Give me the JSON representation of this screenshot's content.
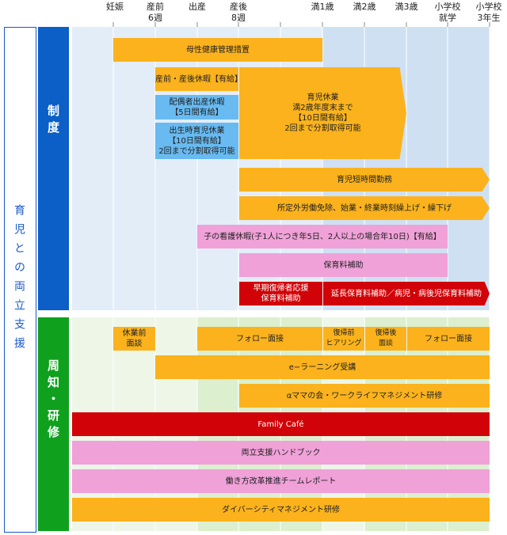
{
  "header": {
    "cols": [
      "妊娠",
      "産前\n6週",
      "出産",
      "産後\n8週",
      "満1歳",
      "満2歳",
      "満3歳",
      "小学校\n就学",
      "小学校\n3年生"
    ]
  },
  "side": {
    "outer": "育児との両立支援",
    "system": "制度",
    "training": "周知・研修"
  },
  "system_bars": {
    "maternal": "母性健康管理措置",
    "prepost": "産前・産後休暇【有給】",
    "spouse": "配偶者出産休暇\n【5日間有給】",
    "birth_leave": "出生時育児休業\n【10日間有給】\n2回まで分割取得可能",
    "childcare": "育児休業\n満2歳年度末まで\n【10日間有給】\n2回まで分割取得可能",
    "short_hours": "育児短時間勤務",
    "overtime": "所定外労働免除、始業・終業時刻繰上げ・繰下げ",
    "nursing": "子の看護休暇(子1人につき年5日、2人以上の場合年10日)【有給】",
    "daycare_sub": "保育料補助",
    "early_return": "早期復帰者応援\n保育料補助",
    "extended": "延長保育料補助／病児・病後児保育料補助"
  },
  "training_bars": {
    "pre_leave": "休業前\n面談",
    "follow1": "フォロー面接",
    "pre_return": "復帰前\nヒアリング",
    "post_return": "復帰後\n面談",
    "follow2": "フォロー面接",
    "elearning": "e−ラーニング受講",
    "mama": "αママの会・ワークライフマネジメント研修",
    "cafe": "Family Café",
    "handbook": "両立支援ハンドブック",
    "report": "働き方改革推進チームレポート",
    "diversity": "ダイバーシティマネジメント研修"
  },
  "colors": {
    "orange": "#fbb21c",
    "blue": "#68baf1",
    "pink": "#f0a1d8",
    "red": "#d10308",
    "navy": "#0b5fc6",
    "green": "#0fa11d",
    "system_bg": "#dceaf7",
    "training_bg": "#e8f3e1"
  }
}
